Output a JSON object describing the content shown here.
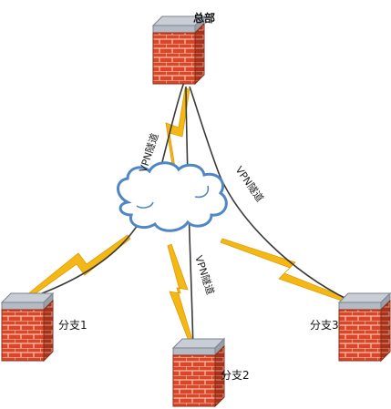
{
  "diagram": {
    "nodes": {
      "hq": {
        "label": "总部",
        "icon": "firewall-icon"
      },
      "branch1": {
        "label": "分支1",
        "icon": "firewall-icon"
      },
      "branch2": {
        "label": "分支2",
        "icon": "firewall-icon"
      },
      "branch3": {
        "label": "分支3",
        "icon": "firewall-icon"
      }
    },
    "cloud": {
      "icon": "cloud-icon"
    },
    "tunnels": {
      "left": "VPN隧道",
      "right": "VPN隧道",
      "middle": "VPN隧道"
    },
    "colors": {
      "brick": "#d9462a",
      "brick_dark": "#a8321a",
      "mortar": "#f3c4b0",
      "cap": "#b9bfc8",
      "cloud_stroke": "#4f86c6",
      "cloud_fill": "#ffffff",
      "lightning": "#f4b816",
      "line": "#3a3a3a"
    }
  }
}
